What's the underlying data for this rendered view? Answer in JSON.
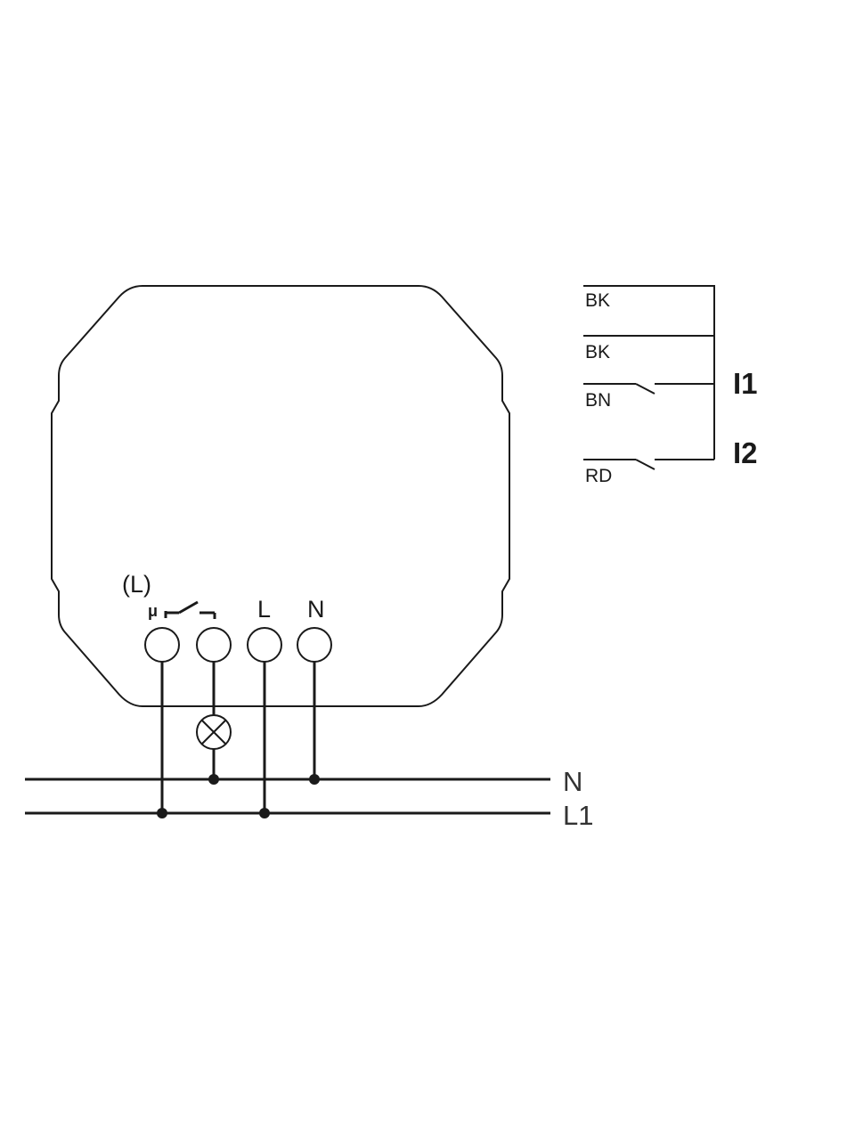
{
  "device": {
    "terminal_labels": {
      "switched_output": "(L)",
      "switch_symbol": "μ",
      "phase": "L",
      "neutral": "N"
    }
  },
  "bus": {
    "neutral_label": "N",
    "phase_label": "L1"
  },
  "inputs": {
    "wires": [
      "BK",
      "BK",
      "BN",
      "RD"
    ],
    "groups": [
      "I1",
      "I2"
    ]
  }
}
